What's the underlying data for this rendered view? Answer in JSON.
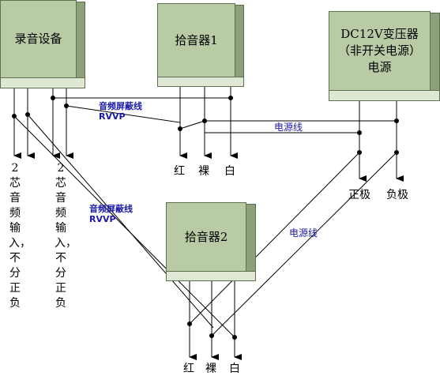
{
  "boxes": {
    "recorder": "录音设备",
    "mic1": "拾音器1",
    "psu": "DC12V变压器\n（非开关电源）\n电源",
    "mic2": "拾音器2"
  },
  "mic1_terminals": {
    "red": "红",
    "bare": "裸",
    "white": "白"
  },
  "mic2_terminals": {
    "red": "红",
    "bare": "裸",
    "white": "白"
  },
  "psu_terminals": {
    "positive": "正极",
    "negative": "负极"
  },
  "cable_labels": {
    "shielded_top": "音频屏蔽线\nRVVP",
    "shielded_mid": "音频屏蔽线\nRVVP",
    "power_top": "电源线",
    "power_mid": "电源线"
  },
  "input_notes": {
    "left": "2芯音频输入，不分正负",
    "right": "2芯音频输入，不分正负"
  },
  "colors": {
    "box_face": "#b9cba5",
    "box_top": "#dfe8d4",
    "box_side": "#8ea079",
    "wire": "#000000",
    "cable_text": "#1a1aa6"
  }
}
